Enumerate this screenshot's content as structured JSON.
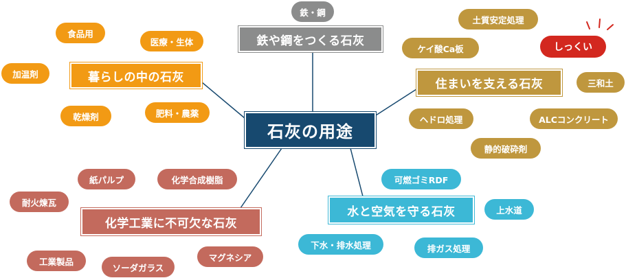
{
  "center": {
    "label": "石灰の用途"
  },
  "categories": {
    "steel": {
      "label": "鉄や鋼をつくる石灰",
      "color": "#8b8c8c"
    },
    "life": {
      "label": "暮らしの中の石灰",
      "color": "#f29a14"
    },
    "housing": {
      "label": "住まいを支える石灰",
      "color": "#bf973e"
    },
    "chemical": {
      "label": "化学工業に不可欠な石灰",
      "color": "#c36a5d"
    },
    "water": {
      "label": "水と空気を守る石灰",
      "color": "#3cb8d6"
    }
  },
  "items": {
    "steel": [
      "鉄・鋼"
    ],
    "life": [
      "食品用",
      "医療・生体",
      "加温剤",
      "乾燥剤",
      "肥料・農薬"
    ],
    "housing": [
      "土質安定処理",
      "ケイ酸Ca板",
      "しっくい",
      "三和土",
      "ヘドロ処理",
      "ALCコンクリート",
      "静的破砕剤"
    ],
    "chemical": [
      "紙パルプ",
      "化学合成樹脂",
      "耐火煉瓦",
      "工業製品",
      "ソーダガラス",
      "マグネシア"
    ],
    "water": [
      "可燃ゴミRDF",
      "上水道",
      "下水・排水処理",
      "排ガス処理"
    ]
  },
  "highlight_color": "#d3281f"
}
